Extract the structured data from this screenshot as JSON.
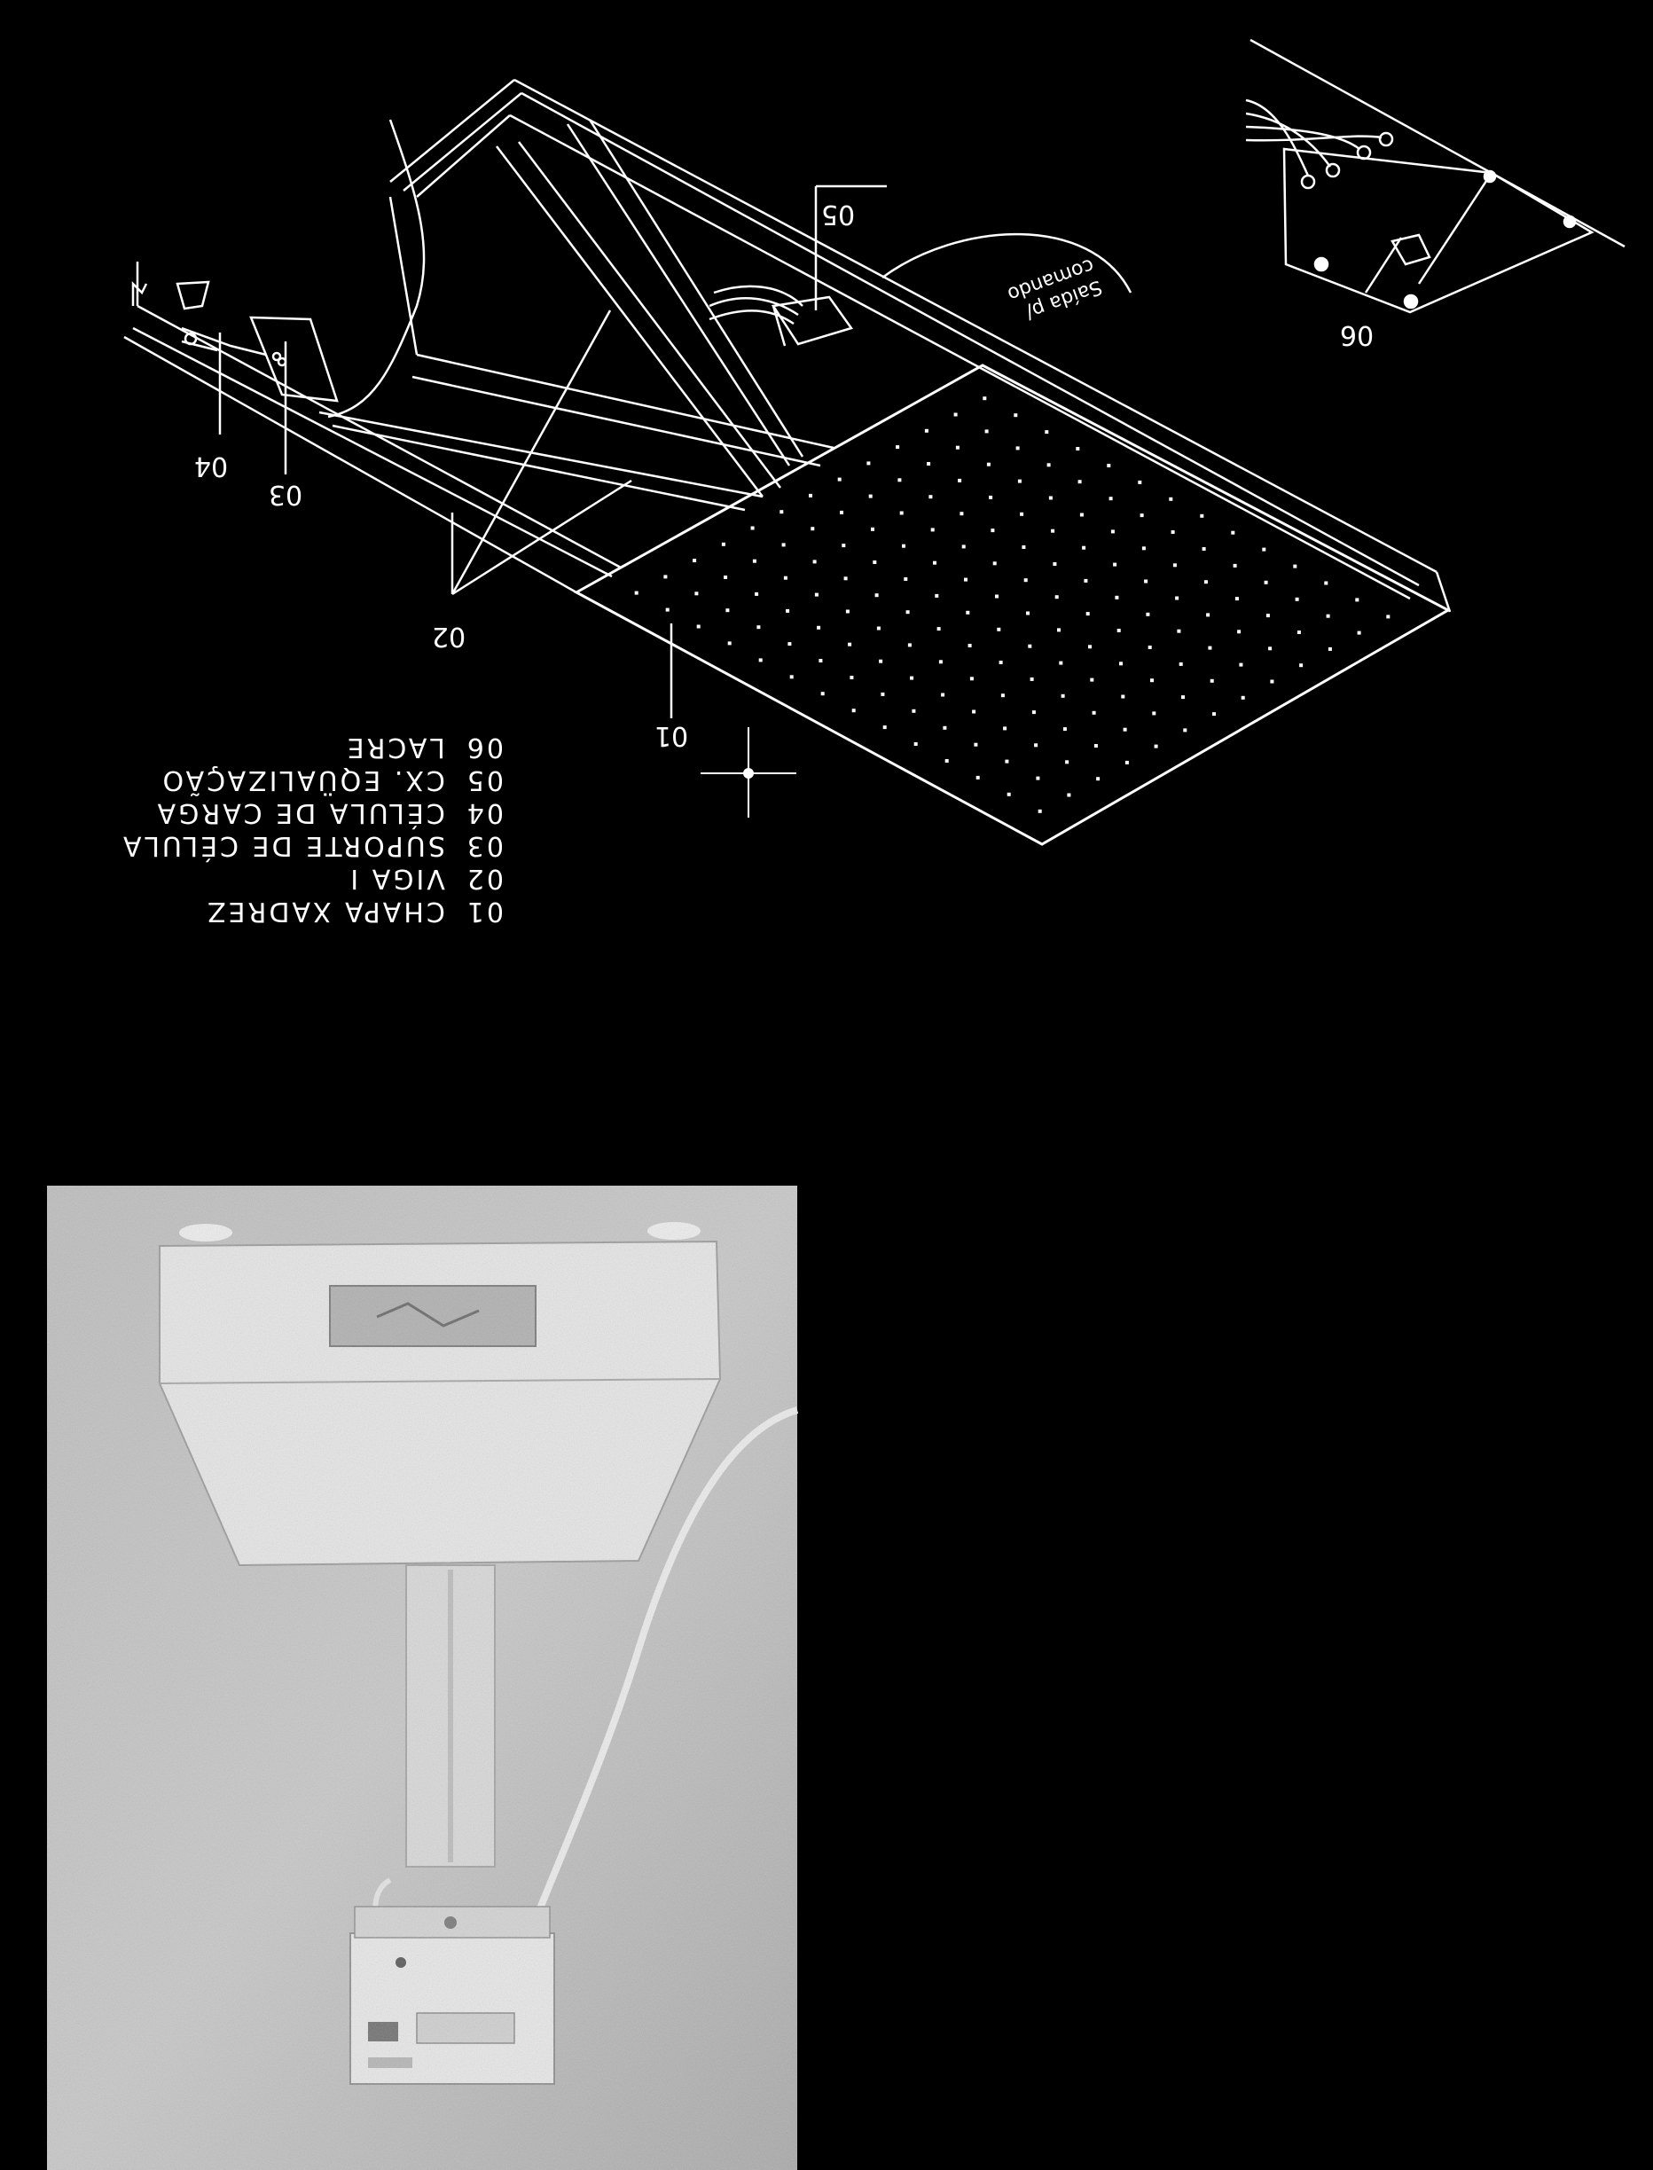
{
  "diagram": {
    "legend": [
      {
        "code": "01",
        "label": "CHAPA XADREZ"
      },
      {
        "code": "02",
        "label": "VIGA I"
      },
      {
        "code": "03",
        "label": "SUPORTE DE CÉLULA"
      },
      {
        "code": "04",
        "label": "CÉLULA DE CARGA"
      },
      {
        "code": "05",
        "label": "CX. EQÜALIZAÇÃO"
      },
      {
        "code": "06",
        "label": "LACRE"
      }
    ],
    "callouts": {
      "c01": "01",
      "c02": "02",
      "c03": "03",
      "c04": "04",
      "c05": "05",
      "c06": "06"
    },
    "cable_note": [
      "Saída p/",
      "comando"
    ]
  },
  "colors": {
    "background": "#000000",
    "line": "#ffffff",
    "photo_base": "#c9c9c9"
  }
}
